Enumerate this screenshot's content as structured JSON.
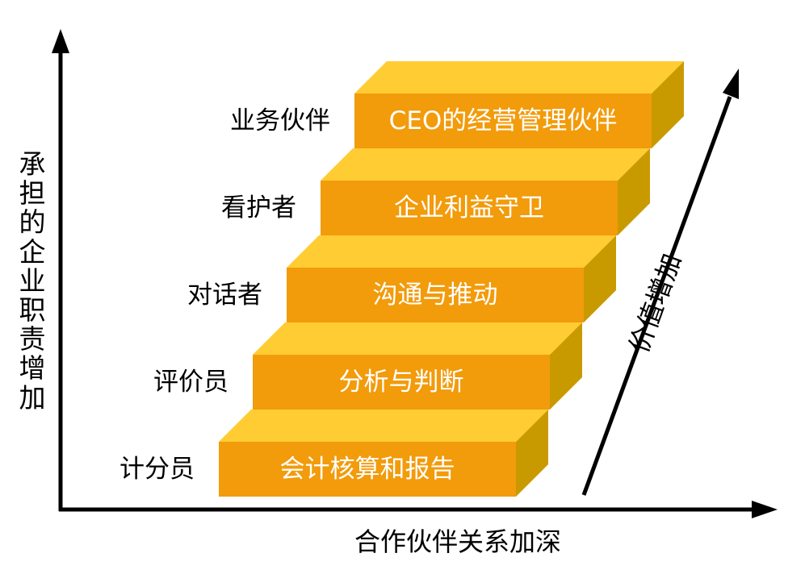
{
  "y_axis_label": "承担的企业职责增加",
  "x_axis_label": "合作伙伴关系加深",
  "diagonal_label": "价值增加",
  "colors": {
    "step_top": "#FFCC33",
    "step_front": "#F29B0B",
    "step_side": "#C99A00",
    "axis": "#000000"
  },
  "steps": [
    {
      "role": "计分员",
      "function": "会计核算和报告"
    },
    {
      "role": "评价员",
      "function": "分析与判断"
    },
    {
      "role": "对话者",
      "function": "沟通与推动"
    },
    {
      "role": "看护者",
      "function": "企业利益守卫"
    },
    {
      "role": "业务伙伴",
      "function": "CEO的经营管理伙伴"
    }
  ]
}
